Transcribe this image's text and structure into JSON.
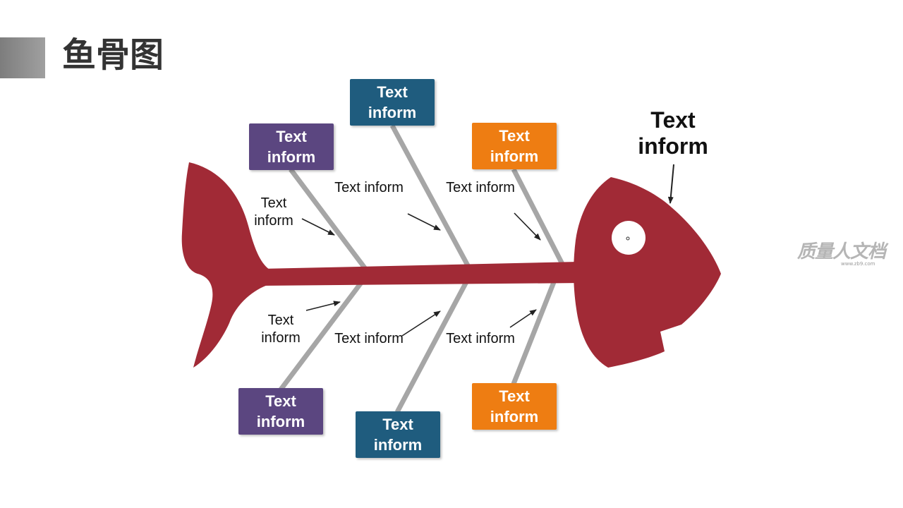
{
  "page": {
    "title": "鱼骨图"
  },
  "head_label": {
    "line1": "Text",
    "line2": "inform"
  },
  "boxes": {
    "top_left": {
      "line1": "Text",
      "line2": "inform",
      "color": "#5b4680"
    },
    "top_mid": {
      "line1": "Text",
      "line2": "inform",
      "color": "#1f5c7e"
    },
    "top_right": {
      "line1": "Text",
      "line2": "inform",
      "color": "#ee7d12"
    },
    "bot_left": {
      "line1": "Text",
      "line2": "inform",
      "color": "#5b4680"
    },
    "bot_mid": {
      "line1": "Text",
      "line2": "inform",
      "color": "#1f5c7e"
    },
    "bot_right": {
      "line1": "Text",
      "line2": "inform",
      "color": "#ee7d12"
    }
  },
  "labels": {
    "upper_1": {
      "line1": "Text",
      "line2": "inform"
    },
    "upper_2": {
      "text": "Text inform"
    },
    "upper_3": {
      "text": "Text inform"
    },
    "lower_1": {
      "line1": "Text",
      "line2": "inform"
    },
    "lower_2": {
      "text": "Text inform"
    },
    "lower_3": {
      "text": "Text inform"
    }
  },
  "colors": {
    "fish": "#a12a36",
    "bone": "#a6a6a6",
    "arrow": "#222222"
  },
  "watermark": {
    "brand": "质量人文档",
    "url": "www.zb9.com"
  }
}
